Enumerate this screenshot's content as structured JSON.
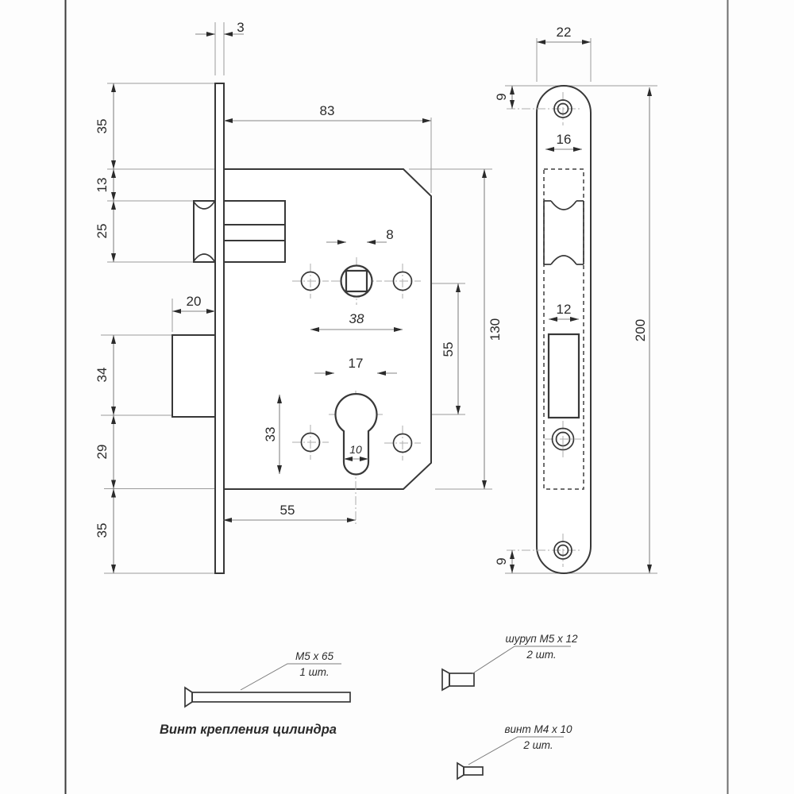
{
  "side_view": {
    "dim_faceplate_thickness": "3",
    "dim_body_depth": "83",
    "dim_plate_top_to_body": "35",
    "dim_body_top_to_latch": "13",
    "dim_latch_height": "25",
    "dim_deadbolt_throw": "20",
    "dim_deadbolt_height": "34",
    "dim_deadbolt_to_body_bottom": "29",
    "dim_body_bottom_to_plate_end": "35",
    "dim_spindle_square": "8",
    "dim_handle_hole_spacing": "38",
    "dim_body_height": "130",
    "dim_spindle_to_cylinder": "55",
    "dim_cylinder_width": "17",
    "dim_cylinder_height": "33",
    "dim_cylinder_stem_width": "10",
    "dim_backset": "55"
  },
  "front_view": {
    "dim_plate_width": "22",
    "dim_top_hole_offset": "9",
    "dim_latch_cutout_width": "16",
    "dim_bolt_cutout_width": "12",
    "dim_plate_length": "200",
    "dim_bottom_hole_offset": "9"
  },
  "hardware": {
    "cylinder_screw_size": "M5 x 65",
    "cylinder_screw_qty": "1 шт.",
    "cylinder_screw_caption": "Винт крепления цилиндра",
    "plate_screw_size": "шуруп M5 x 12",
    "plate_screw_qty": "2 шт.",
    "small_screw_size": "винт M4 x 10",
    "small_screw_qty": "2 шт."
  }
}
